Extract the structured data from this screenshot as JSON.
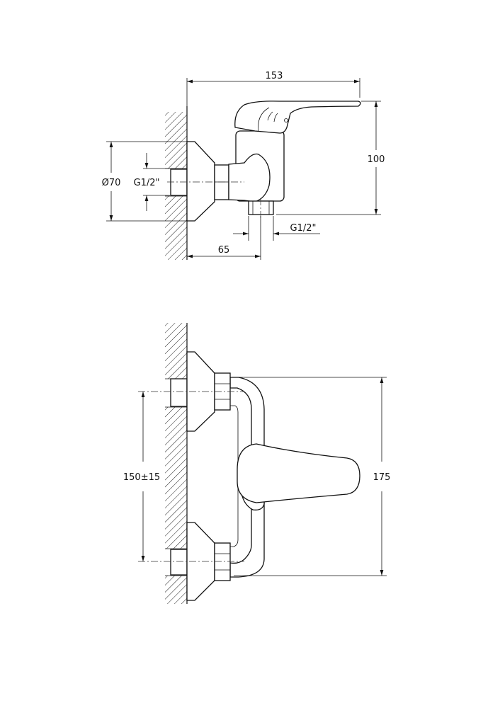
{
  "side_view": {
    "dim_width": "153",
    "dim_height": "100",
    "dim_flange_diameter": "Ø70",
    "dim_inlet_thread": "G1/2\"",
    "dim_outlet_thread": "G1/2\"",
    "dim_outlet_offset": "65"
  },
  "front_view": {
    "dim_inlet_spacing": "150±15",
    "dim_total_height": "175"
  }
}
